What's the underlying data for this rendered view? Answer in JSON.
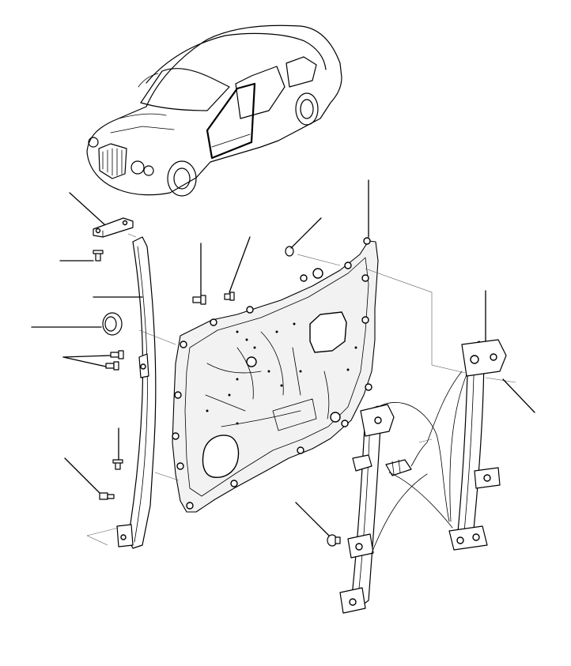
{
  "diagram": {
    "colors": {
      "line": "#000000",
      "background": "#ffffff",
      "shade": "#f2f2f2"
    },
    "components": [
      "car-overview",
      "door-module-panel",
      "glass-run-channel",
      "window-regulator-front",
      "window-regulator-rear",
      "retaining-bracket",
      "sealing-grommet",
      "fasteners"
    ]
  }
}
